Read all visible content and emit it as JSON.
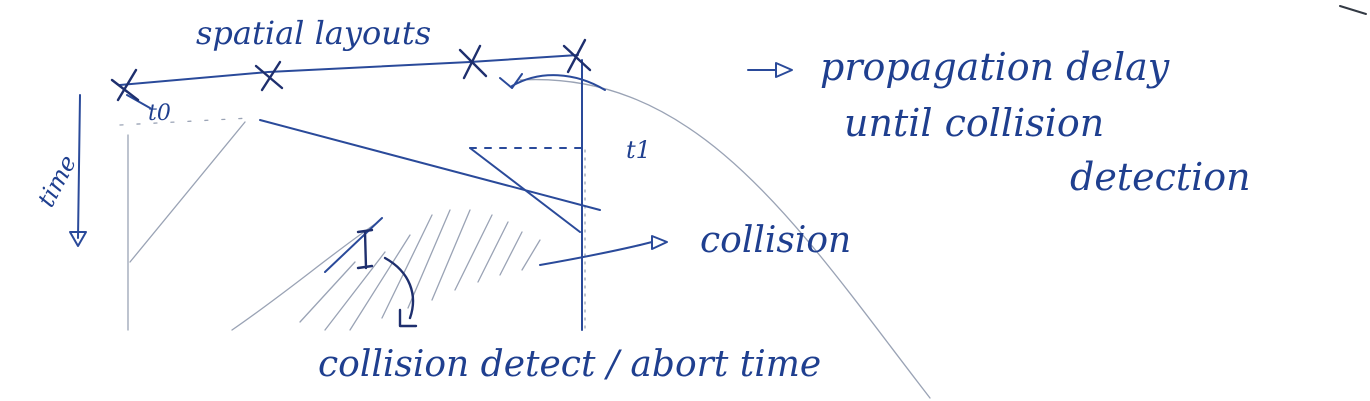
{
  "labels": {
    "spatial_layout": "spatial layouts",
    "t0": "t0",
    "t1": "t1",
    "time_axis": "time",
    "propagation_line1": "propagation delay",
    "propagation_line2": "until collision",
    "propagation_line3": "detection",
    "collision": "collision",
    "collision_detect": "collision detect / abort time"
  },
  "colors": {
    "ink": "#1f3f8f",
    "pencil": "#9aa3b5",
    "background": "#ffffff"
  }
}
